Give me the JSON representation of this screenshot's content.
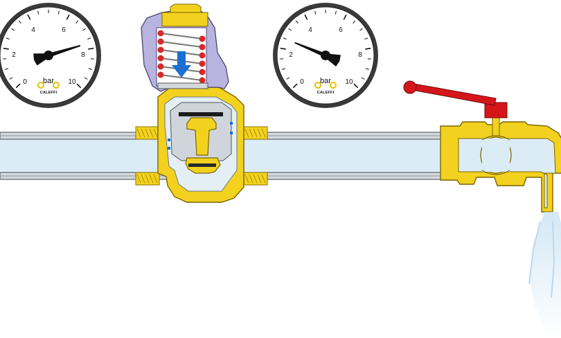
{
  "gauges": [
    {
      "id": "upstream",
      "ticks": [
        "0",
        "2",
        "4",
        "6",
        "8",
        "10"
      ],
      "unit": "bar",
      "brand": "CALEFFI",
      "reading": 7.7,
      "range": [
        0,
        10
      ]
    },
    {
      "id": "downstream",
      "ticks": [
        "0",
        "2",
        "4",
        "6",
        "8",
        "10"
      ],
      "unit": "bar",
      "brand": "CALEFFI",
      "reading": 2.5,
      "range": [
        0,
        10
      ]
    }
  ],
  "colors": {
    "brass": "#f2d21f",
    "brass_dark": "#c9a600",
    "pipe_water": "#dcecf6",
    "pipe_wall": "#9aa2a8",
    "bonnet": "#b9b3e0",
    "spring": "#d42a2a",
    "flow_arrow": "#1a6fd0",
    "handle": "#d4161b",
    "water_jet": "#d8ebf7"
  },
  "icons": {
    "flow_direction": "arrow-down-icon",
    "valve_handle": "lever-handle-icon"
  }
}
